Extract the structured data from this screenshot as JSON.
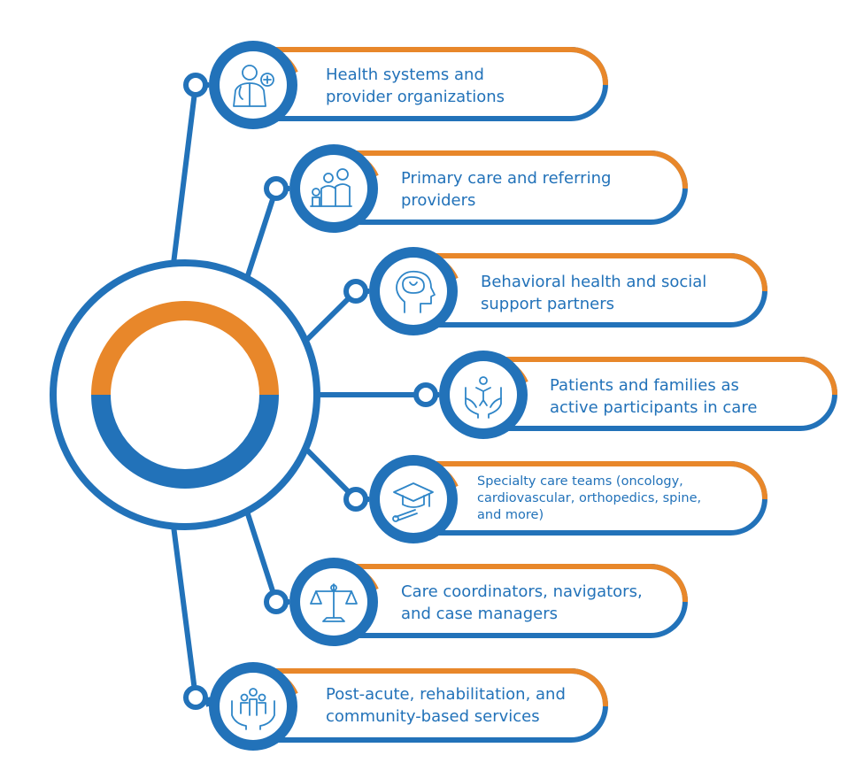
{
  "colors": {
    "blue": "#2272b9",
    "orange": "#e8872a",
    "icon_blue": "#2f86c8",
    "background": "#ffffff"
  },
  "hub": {
    "ring_top_color": "orange",
    "ring_bottom_color": "blue"
  },
  "nodes": [
    {
      "icon": "doctor-icon",
      "lines": [
        "Health systems and",
        "provider organizations"
      ]
    },
    {
      "icon": "family-icon",
      "lines": [
        "Primary care and referring",
        "providers"
      ]
    },
    {
      "icon": "brain-head-icon",
      "lines": [
        "Behavioral health and social",
        "support partners"
      ]
    },
    {
      "icon": "hands-person-icon",
      "lines": [
        "Patients and families as",
        "active participants in care"
      ]
    },
    {
      "icon": "graduation-cap-icon",
      "lines": [
        "Specialty care teams (oncology,",
        "cardiovascular, orthopedics, spine,",
        "and more)"
      ]
    },
    {
      "icon": "scales-icon",
      "lines": [
        "Care coordinators, navigators,",
        "and case managers"
      ]
    },
    {
      "icon": "community-hands-icon",
      "lines": [
        "Post-acute, rehabilitation, and",
        "community-based services"
      ]
    }
  ]
}
